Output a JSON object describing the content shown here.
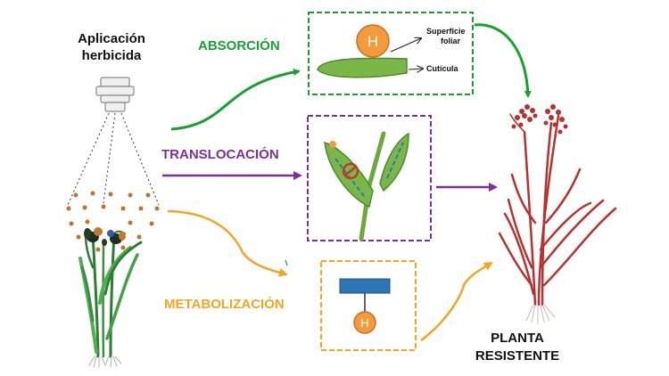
{
  "title": {
    "line1": "Aplicación",
    "line2": "herbicida"
  },
  "processes": {
    "absorption": "ABSORCIÓN",
    "translocation": "TRANSLOCACIÓN",
    "metabolization": "METABOLIZACIÓN"
  },
  "leaf_labels": {
    "surface_line1": "Superficie",
    "surface_line2": "foliar",
    "cuticle": "Cutícula"
  },
  "herbicide_symbol": "H",
  "result": {
    "line1": "PLANTA",
    "line2": "RESISTENTE"
  },
  "colors": {
    "absorption": "#19a12f",
    "translocation": "#7d2f9b",
    "metabolization": "#f2a623",
    "herbicide": "#f39a3a",
    "leaf": "#7ab648",
    "resistant_plant": "#b8312f",
    "metabolite": "#2e75b6"
  }
}
